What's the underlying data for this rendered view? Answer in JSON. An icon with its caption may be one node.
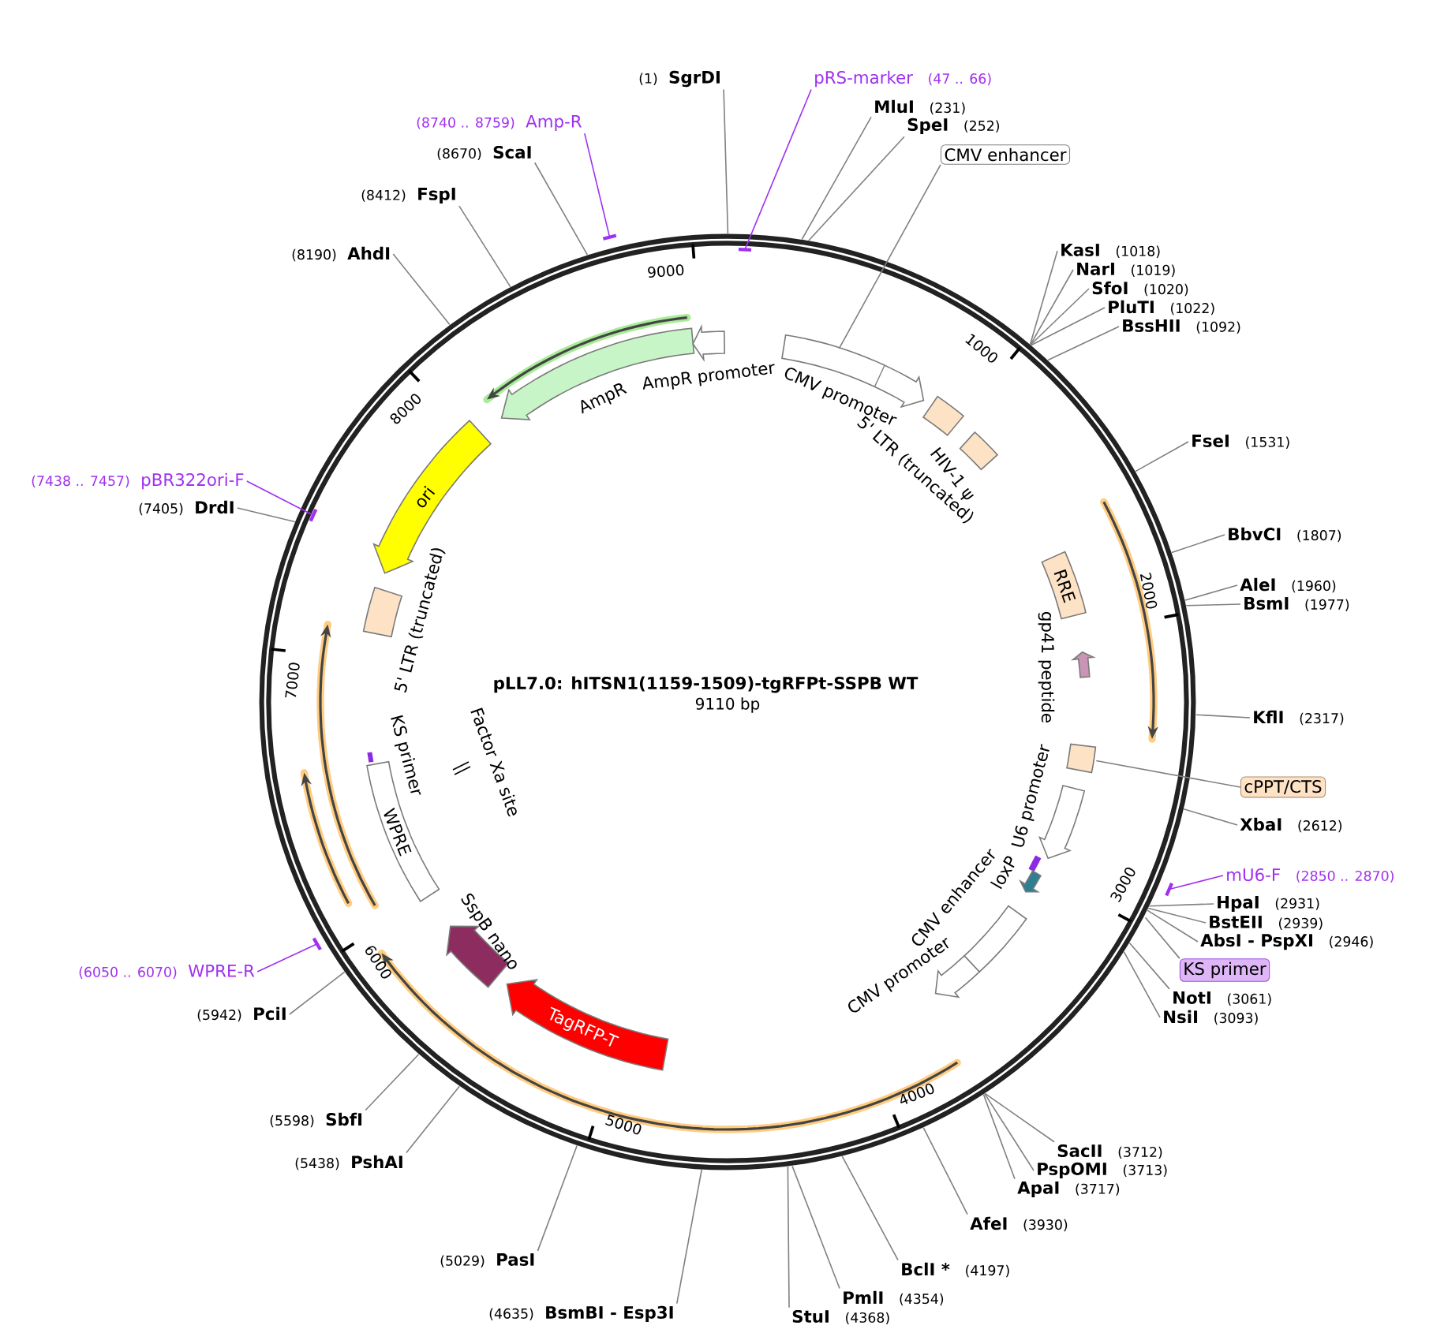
{
  "diagram": {
    "title": "pLL7.0: hITSN1(1159-1509)-tgRFPt-SSPB WT",
    "nodes": [
      {
        "text": [
          "(1)",
          "SgrDI"
        ]
      },
      {
        "text": [
          "pRS-marker",
          "(47 .. 66)"
        ]
      },
      {
        "text": [
          "MluI",
          "(231)"
        ]
      },
      {
        "text": [
          "SpeI",
          "(252)"
        ]
      },
      {
        "text": [
          "CMV enhancer"
        ]
      },
      {
        "text": [
          "KasI",
          "(1018)"
        ]
      },
      {
        "text": [
          "NarI",
          "(1019)"
        ]
      },
      {
        "text": [
          "SfoI",
          "(1020)"
        ]
      },
      {
        "text": [
          "PluTI",
          "(1022)"
        ]
      },
      {
        "text": [
          "BssHII",
          "(1092)"
        ]
      },
      {
        "text": [
          "FseI",
          "(1531)"
        ]
      },
      {
        "text": [
          "BbvCI",
          "(1807)"
        ]
      },
      {
        "text": [
          "AleI",
          "(1960)"
        ]
      },
      {
        "text": [
          "BsmI",
          "(1977)"
        ]
      },
      {
        "text": [
          "KflI",
          "(2317)"
        ]
      },
      {
        "text": [
          "cPPT/CTS"
        ]
      },
      {
        "text": [
          "XbaI",
          "(2612)"
        ]
      },
      {
        "text": [
          "mU6-F",
          "(2850 .. 2870)"
        ]
      },
      {
        "text": [
          "HpaI",
          "(2931)"
        ]
      },
      {
        "text": [
          "BstEII",
          "(2939)"
        ]
      },
      {
        "text": [
          "AbsI - PspXI",
          "(2946)"
        ]
      },
      {
        "text": [
          "KS primer"
        ]
      },
      {
        "text": [
          "NotI",
          "(3061)"
        ]
      },
      {
        "text": [
          "NsiI",
          "(3093)"
        ]
      },
      {
        "text": [
          "SacII",
          "(3712)"
        ]
      },
      {
        "text": [
          "PspOMI",
          "(3713)"
        ]
      },
      {
        "text": [
          "ApaI",
          "(3717)"
        ]
      },
      {
        "text": [
          "AfeI",
          "(3930)"
        ]
      },
      {
        "text": [
          "BclI *",
          "(4197)"
        ]
      },
      {
        "text": [
          "PmlI",
          "(4354)"
        ]
      },
      {
        "text": [
          "StuI",
          "(4368)"
        ]
      },
      {
        "text": [
          "(4635)",
          "BsmBI - Esp3I"
        ]
      },
      {
        "text": [
          "(5029)",
          "PasI"
        ]
      },
      {
        "text": [
          "(5438)",
          "PshAI"
        ]
      },
      {
        "text": [
          "(5598)",
          "SbfI"
        ]
      },
      {
        "text": [
          "(5942)",
          "PciI"
        ]
      },
      {
        "text": [
          "(6050 .. 6070)",
          "WPRE-R"
        ]
      },
      {
        "text": [
          "(7405)",
          "DrdI"
        ]
      },
      {
        "text": [
          "(7438 .. 7457)",
          "pBR322ori-F"
        ]
      },
      {
        "text": [
          "(8190)",
          "AhdI"
        ]
      },
      {
        "text": [
          "(8412)",
          "FspI"
        ]
      },
      {
        "text": [
          "(8670)",
          "ScaI"
        ]
      },
      {
        "text": [
          "(8740 .. 8759)",
          "Amp-R"
        ]
      },
      {
        "text": [
          "CMV promoter"
        ]
      },
      {
        "text": [
          "5' LTR (truncated)"
        ]
      },
      {
        "text": [
          "HIV-1 ψ"
        ]
      },
      {
        "text": [
          "RRE"
        ]
      },
      {
        "text": [
          "gp41 peptide"
        ]
      },
      {
        "text": [],
        "shape": "box"
      },
      {
        "text": [
          "U6 promoter"
        ]
      },
      {
        "text": [
          "loxP"
        ]
      },
      {
        "text": [
          "CMV enhancer"
        ]
      },
      {
        "text": [
          "CMV promoter"
        ]
      },
      {
        "text": [
          "TagRFP-T"
        ]
      },
      {
        "text": [
          "SspB nano"
        ]
      },
      {
        "text": [
          "WPRE"
        ]
      },
      {
        "text": [
          "KS primer"
        ]
      },
      {
        "text": [
          "Factor Xa site"
        ]
      },
      {
        "text": [
          "5' LTR (truncated)"
        ]
      },
      {
        "text": [
          "ori"
        ]
      },
      {
        "text": [
          "AmpR"
        ]
      },
      {
        "text": [
          "AmpR promoter"
        ]
      }
    ],
    "edges": [
      {
        "from": 0,
        "to": null,
        "arrow": "none"
      },
      {
        "from": 1,
        "to": null,
        "arrow": "none",
        "color": "#a030f0"
      },
      {
        "from": 2,
        "to": null,
        "arrow": "none"
      },
      {
        "from": 3,
        "to": null,
        "arrow": "none"
      },
      {
        "from": 4,
        "to": 43,
        "arrow": "none"
      },
      {
        "from": 5,
        "to": null,
        "arrow": "none"
      },
      {
        "from": 6,
        "to": null,
        "arrow": "none"
      },
      {
        "from": 7,
        "to": null,
        "arrow": "none"
      },
      {
        "from": 8,
        "to": null,
        "arrow": "none"
      },
      {
        "from": 9,
        "to": null,
        "arrow": "none"
      },
      {
        "from": 10,
        "to": null,
        "arrow": "none"
      },
      {
        "from": 11,
        "to": null,
        "arrow": "none"
      },
      {
        "from": 12,
        "to": null,
        "arrow": "none"
      },
      {
        "from": 13,
        "to": null,
        "arrow": "none"
      },
      {
        "from": 14,
        "to": null,
        "arrow": "none"
      },
      {
        "from": 15,
        "to": 48,
        "arrow": "none"
      },
      {
        "from": 16,
        "to": null,
        "arrow": "none"
      },
      {
        "from": 17,
        "to": null,
        "arrow": "none",
        "color": "#a030f0"
      },
      {
        "from": 18,
        "to": null,
        "arrow": "none"
      },
      {
        "from": 19,
        "to": null,
        "arrow": "none"
      },
      {
        "from": 20,
        "to": null,
        "arrow": "none"
      },
      {
        "from": 21,
        "to": null,
        "arrow": "none"
      },
      {
        "from": 22,
        "to": null,
        "arrow": "none"
      },
      {
        "from": 23,
        "to": null,
        "arrow": "none"
      },
      {
        "from": 24,
        "to": null,
        "arrow": "none"
      },
      {
        "from": 25,
        "to": null,
        "arrow": "none"
      },
      {
        "from": 26,
        "to": null,
        "arrow": "none"
      },
      {
        "from": 27,
        "to": null,
        "arrow": "none"
      },
      {
        "from": 28,
        "to": null,
        "arrow": "none"
      },
      {
        "from": 29,
        "to": null,
        "arrow": "none"
      },
      {
        "from": 30,
        "to": null,
        "arrow": "none"
      },
      {
        "from": 31,
        "to": null,
        "arrow": "none"
      },
      {
        "from": 32,
        "to": null,
        "arrow": "none"
      },
      {
        "from": 33,
        "to": null,
        "arrow": "none"
      },
      {
        "from": 34,
        "to": null,
        "arrow": "none"
      },
      {
        "from": 35,
        "to": null,
        "arrow": "none"
      },
      {
        "from": 36,
        "to": null,
        "arrow": "none",
        "color": "#a030f0"
      },
      {
        "from": 37,
        "to": null,
        "arrow": "none"
      },
      {
        "from": 38,
        "to": null,
        "arrow": "none",
        "color": "#a030f0"
      },
      {
        "from": 39,
        "to": null,
        "arrow": "none"
      },
      {
        "from": 40,
        "to": null,
        "arrow": "none"
      },
      {
        "from": 41,
        "to": null,
        "arrow": "none"
      },
      {
        "from": 42,
        "to": null,
        "arrow": "none",
        "color": "#a030f0"
      }
    ],
    "labels": [
      "1000",
      "2000",
      "3000",
      "4000",
      "5000",
      "6000",
      "7000",
      "8000",
      "9000",
      "9110 bp"
    ]
  }
}
